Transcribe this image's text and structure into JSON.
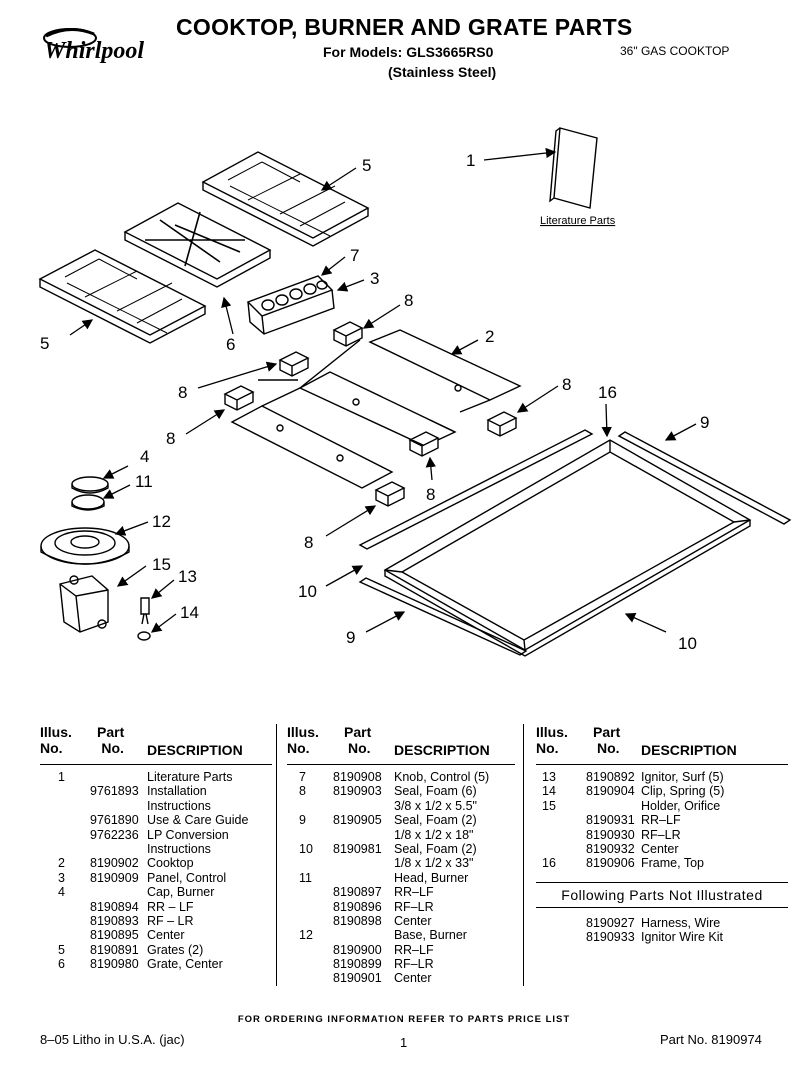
{
  "header": {
    "brand": "Whirlpool",
    "title": "COOKTOP, BURNER AND GRATE PARTS",
    "models": "For Models: GLS3665RS0",
    "finish": "(Stainless Steel)",
    "product_type": "36\" GAS COOKTOP"
  },
  "diagram": {
    "literature_label": "Literature Parts",
    "callouts": {
      "c1": "1",
      "c2": "2",
      "c3": "3",
      "c4": "4",
      "c5a": "5",
      "c5b": "5",
      "c6": "6",
      "c7": "7",
      "c8a": "8",
      "c8b": "8",
      "c8c": "8",
      "c8d": "8",
      "c8e": "8",
      "c8f": "8",
      "c9a": "9",
      "c9b": "9",
      "c10a": "10",
      "c10b": "10",
      "c11": "11",
      "c12": "12",
      "c13": "13",
      "c14": "14",
      "c15": "15",
      "c16": "16"
    }
  },
  "table": {
    "headers": {
      "illus_1": "Illus.",
      "illus_2": "No.",
      "part_1": "Part",
      "part_2": "No.",
      "desc": "DESCRIPTION"
    },
    "col1": [
      [
        "1",
        "",
        "Literature Parts"
      ],
      [
        "",
        "9761893",
        "Installation"
      ],
      [
        "",
        "",
        "Instructions"
      ],
      [
        "",
        "9761890",
        "Use & Care Guide"
      ],
      [
        "",
        "9762236",
        "LP Conversion"
      ],
      [
        "",
        "",
        "Instructions"
      ],
      [
        "2",
        "8190902",
        "Cooktop"
      ],
      [
        "3",
        "8190909",
        "Panel, Control"
      ],
      [
        "4",
        "",
        "Cap, Burner"
      ],
      [
        "",
        "8190894",
        "RR – LF"
      ],
      [
        "",
        "8190893",
        "RF – LR"
      ],
      [
        "",
        "8190895",
        "Center"
      ],
      [
        "5",
        "8190891",
        "Grates (2)"
      ],
      [
        "6",
        "8190980",
        "Grate, Center"
      ]
    ],
    "col2": [
      [
        "7",
        "8190908",
        "Knob, Control (5)"
      ],
      [
        "8",
        "8190903",
        "Seal, Foam (6)"
      ],
      [
        "",
        "",
        "3/8 x 1/2 x 5.5\""
      ],
      [
        "9",
        "8190905",
        "Seal, Foam (2)"
      ],
      [
        "",
        "",
        "1/8 x 1/2 x 18\""
      ],
      [
        "10",
        "8190981",
        "Seal, Foam (2)"
      ],
      [
        "",
        "",
        "1/8 x 1/2 x 33\""
      ],
      [
        "11",
        "",
        "Head, Burner"
      ],
      [
        "",
        "8190897",
        "RR–LF"
      ],
      [
        "",
        "8190896",
        "RF–LR"
      ],
      [
        "",
        "8190898",
        "Center"
      ],
      [
        "12",
        "",
        "Base, Burner"
      ],
      [
        "",
        "8190900",
        "RR–LF"
      ],
      [
        "",
        "8190899",
        "RF–LR"
      ],
      [
        "",
        "8190901",
        "Center"
      ]
    ],
    "col3": [
      [
        "13",
        "8190892",
        "Ignitor, Surf (5)"
      ],
      [
        "14",
        "8190904",
        "Clip, Spring (5)"
      ],
      [
        "15",
        "",
        "Holder, Orifice"
      ],
      [
        "",
        "8190931",
        "RR–LF"
      ],
      [
        "",
        "8190930",
        "RF–LR"
      ],
      [
        "",
        "8190932",
        "Center"
      ],
      [
        "16",
        "8190906",
        "Frame, Top"
      ]
    ],
    "not_illustrated_title": "Following Parts Not Illustrated",
    "not_illustrated": [
      [
        "",
        "8190927",
        "Harness, Wire"
      ],
      [
        "",
        "8190933",
        "Ignitor Wire Kit"
      ]
    ]
  },
  "footer": {
    "ordering": "FOR ORDERING INFORMATION REFER TO PARTS PRICE LIST",
    "litho": "8–05 Litho in U.S.A. (jac)",
    "page": "1",
    "part_no": "Part No. 8190974"
  }
}
